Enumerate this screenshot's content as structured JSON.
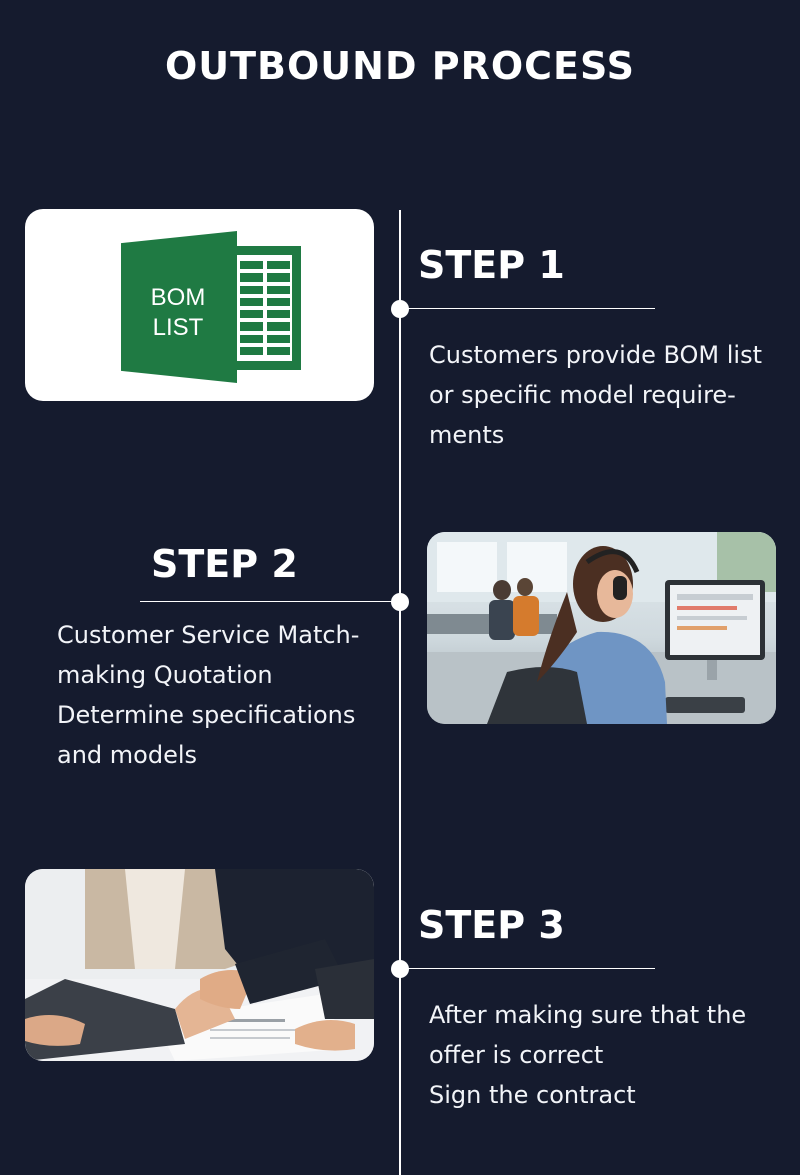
{
  "page": {
    "title": "OUTBOUND PROCESS"
  },
  "steps": [
    {
      "title": "STEP 1",
      "lines": [
        "Customers provide BOM list",
        "or specific model require-",
        "ments"
      ],
      "image_label": [
        "BOM",
        "LIST"
      ],
      "image": "bom-list-spreadsheet-icon"
    },
    {
      "title": "STEP 2",
      "lines": [
        "Customer Service Match-",
        "making Quotation",
        "Determine specifications",
        "and models"
      ],
      "image": "customer-service-agent-photo"
    },
    {
      "title": "STEP 3",
      "lines": [
        "After making sure that the",
        "offer is correct",
        "Sign the contract"
      ],
      "image": "handshake-contract-photo"
    }
  ],
  "colors": {
    "background": "#151b2e",
    "text": "#ffffff",
    "excel_green": "#1f7a43"
  }
}
